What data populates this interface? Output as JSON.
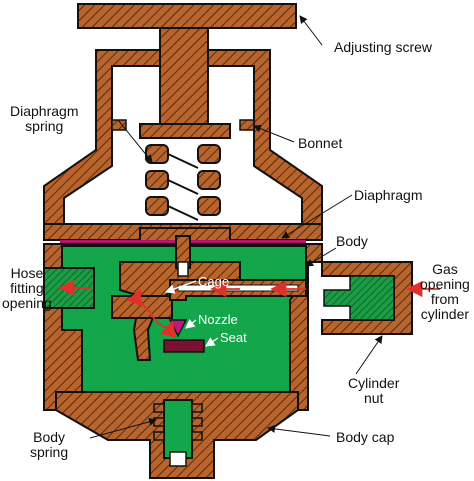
{
  "labels": {
    "adjusting_screw": "Adjusting screw",
    "diaphragm_spring": "Diaphragm\nspring",
    "bonnet": "Bonnet",
    "diaphragm": "Diaphragm",
    "body": "Body",
    "cage": "Cage",
    "hose_fitting_opening": "Hose\nfitting\nopening",
    "gas_opening_from_cylinder": "Gas\nopening\nfrom\ncylinder",
    "nozzle": "Nozzle",
    "seat": "Seat",
    "cylinder_nut": "Cylinder\nnut",
    "body_spring": "Body\nspring",
    "body_cap": "Body cap"
  },
  "colors": {
    "metal": "#b8642c",
    "hatch": "#3a1e0c",
    "gas": "#14a64a",
    "arrow": "#e0302a",
    "diaphragm": "#b0186c",
    "seat": "#7a1032",
    "nozzle": "#c01880"
  }
}
